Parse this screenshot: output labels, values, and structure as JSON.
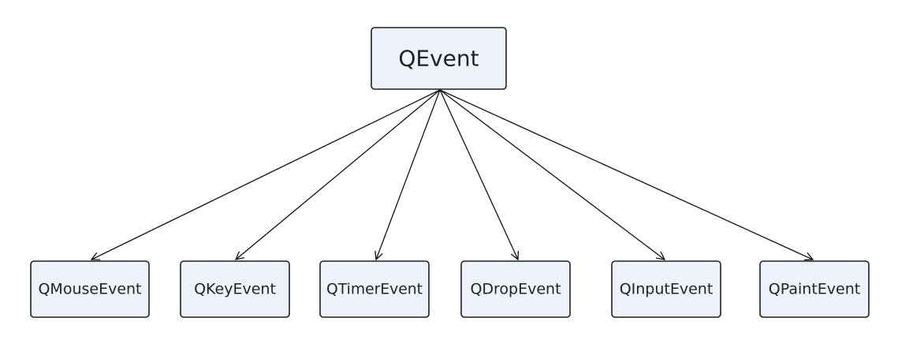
{
  "diagram": {
    "type": "class-hierarchy",
    "root": {
      "id": "qevent",
      "label": "QEvent"
    },
    "children": [
      {
        "id": "qmouseevent",
        "label": "QMouseEvent"
      },
      {
        "id": "qkeyevent",
        "label": "QKeyEvent"
      },
      {
        "id": "qtimerevent",
        "label": "QTimerEvent"
      },
      {
        "id": "qdropevent",
        "label": "QDropEvent"
      },
      {
        "id": "qinputevent",
        "label": "QInputEvent"
      },
      {
        "id": "qpaintevent",
        "label": "QPaintEvent"
      }
    ],
    "edges": [
      {
        "from": "qevent",
        "to": "qmouseevent"
      },
      {
        "from": "qevent",
        "to": "qkeyevent"
      },
      {
        "from": "qevent",
        "to": "qtimerevent"
      },
      {
        "from": "qevent",
        "to": "qdropevent"
      },
      {
        "from": "qevent",
        "to": "qinputevent"
      },
      {
        "from": "qevent",
        "to": "qpaintevent"
      }
    ]
  }
}
